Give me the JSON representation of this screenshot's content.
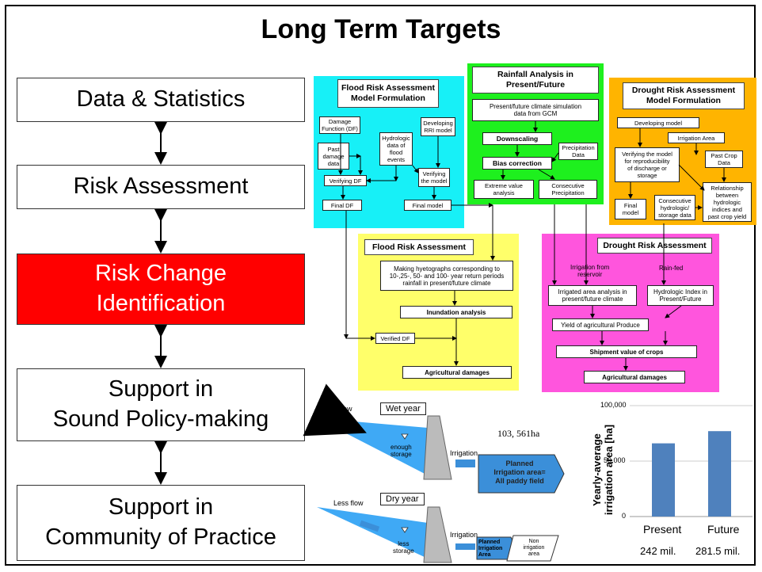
{
  "title": "Long Term Targets",
  "steps": [
    "Data & Statistics",
    "Risk Assessment",
    "Risk Change\nIdentification",
    "Support in\nSound Policy-making",
    "Support in\nCommunity of Practice"
  ],
  "flood_model": {
    "header": "Flood Risk Assessment\nModel Formulation",
    "damage_function": "Damage\nFunction (DF)",
    "past_damage": "Past\ndamage\ndata",
    "hydrologic": "Hydrologic\ndata of\nflood\nevents",
    "developing_rri": "Developing\nRRI model",
    "verifying_df": "Verifying DF",
    "verifying_model": "Verifying\nthe model",
    "final_df": "Final DF",
    "final_model": "Final model"
  },
  "rainfall": {
    "header": "Rainfall Analysis in\nPresent/Future",
    "gcm": "Present/future climate simulation\ndata from GCM",
    "downscaling": "Downscaling",
    "precip_data": "Precipitation\nData",
    "bias": "Bias correction",
    "extreme": "Extreme value\nanalysis",
    "consecutive": "Consecutive\nPrecipitation"
  },
  "drought_model": {
    "header": "Drought Risk Assessment\nModel Formulation",
    "developing": "Developing model",
    "irrigation_area": "Irrigation Area",
    "verifying": "Verifying the model\nfor reproducibility\nof discharge or\nstorage",
    "past_crop": "Past Crop\nData",
    "final_model": "Final\nmodel",
    "consecutive": "Consecutive\nhydrologic/\nstorage data",
    "relationship": "Relationship\nbetween\nhydrologic\nindices and\npast crop yield"
  },
  "flood_assess": {
    "header": "Flood Risk Assessment",
    "hyeto": "Making hyetographs corresponding to\n10-,25-, 50- and 100- year return periods\nrainfall in present/future climate",
    "inundation": "Inundation analysis",
    "verified_df": "Verified DF",
    "agri": "Agricultural damages"
  },
  "drought_assess": {
    "header": "Drought Risk Assessment",
    "irr_from": "Irrigation from\nreservoir",
    "rainfed": "Rain-fed",
    "irr_analysis": "Irrigated area analysis in\npresent/future climate",
    "hydro_index": "Hydrologic Index in\nPresent/Future",
    "yield": "Yield of agricultural Produce",
    "shipment": "Shipment value of crops",
    "agri": "Agricultural damages"
  },
  "reservoir": {
    "much_flow": "Much flow",
    "wet_year": "Wet year",
    "enough": "enough\nstorage",
    "irrigation": "Irrigation",
    "area_value": "103, 561ha",
    "planned_all": "Planned\nIrrigation area=\nAll paddy field",
    "less_flow": "Less flow",
    "dry_year": "Dry year",
    "less": "less\nstorage",
    "irrigation2": "Irrigation",
    "planned": "Planned\nIrrigation\nArea",
    "non": "Non\nirrigation\narea"
  },
  "chart_data": {
    "type": "bar",
    "categories": [
      "Present",
      "Future"
    ],
    "values": [
      66000,
      77000
    ],
    "ylabel": "Yearly-average\nirrigation area [ha]",
    "yticks": [
      "100,000",
      "50,000",
      "0"
    ],
    "ylim": [
      0,
      100000
    ],
    "sublabels": [
      "242 mil.",
      "281.5 mil."
    ],
    "bar_color": "#4f81bd"
  }
}
